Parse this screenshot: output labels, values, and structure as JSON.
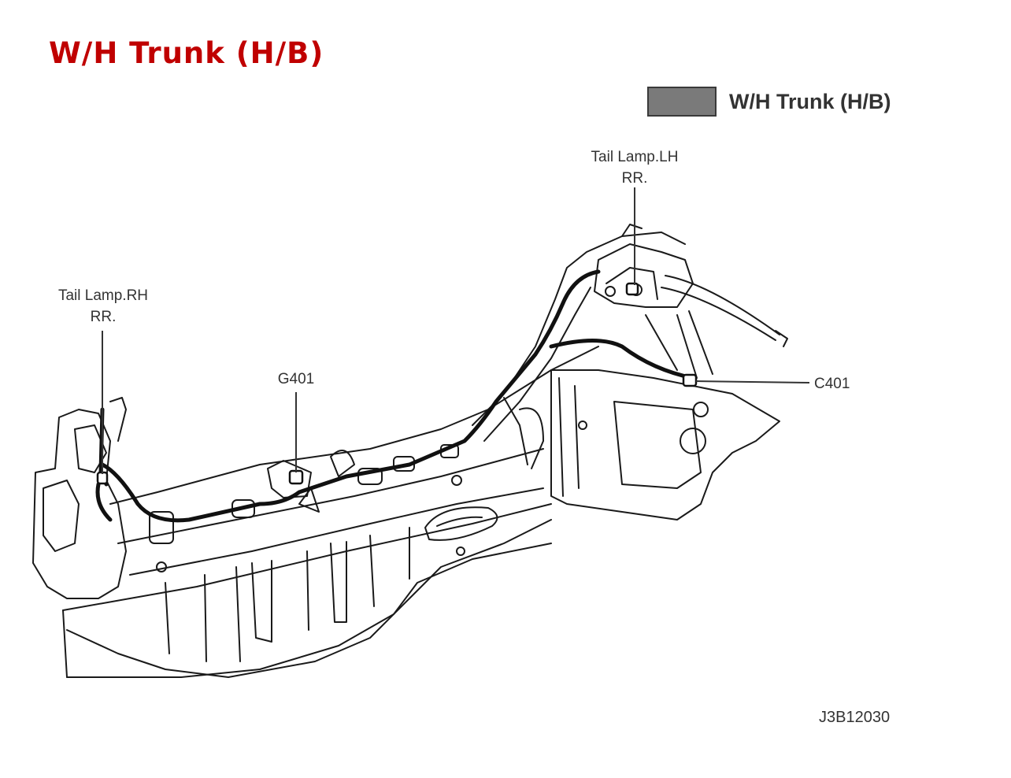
{
  "title": "W/H Trunk (H/B)",
  "legend": {
    "label": "W/H Trunk (H/B)",
    "swatch_color": "#7a7a7a"
  },
  "callouts": {
    "tail_lamp_lh": {
      "line1": "Tail Lamp.LH",
      "line2": "RR."
    },
    "tail_lamp_rh": {
      "line1": "Tail Lamp.RH",
      "line2": "RR."
    },
    "g401": "G401",
    "c401": "C401"
  },
  "figure_id": "J3B12030",
  "colors": {
    "title": "#c00000",
    "line": "#1a1a1a",
    "harness": "#111111"
  }
}
